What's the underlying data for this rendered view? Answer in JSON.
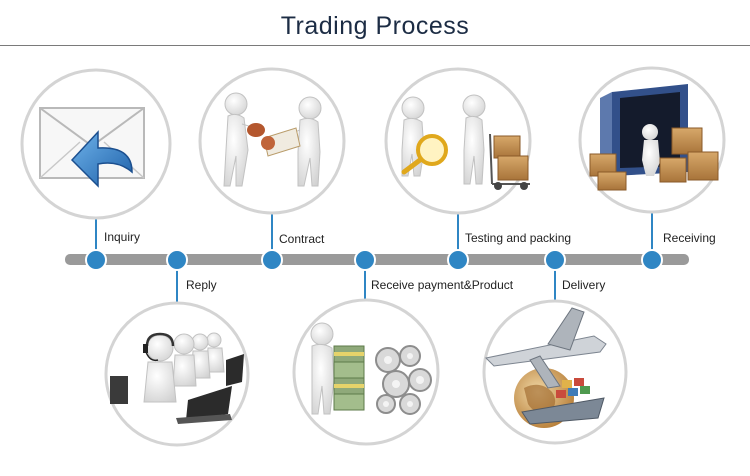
{
  "title": "Trading Process",
  "colors": {
    "title": "#1c2c44",
    "timeline": "#9a9a9a",
    "node": "#2f86c4",
    "node_stroke": "#ffffff",
    "connector": "#2f86c4",
    "circle_border": "#d4d4d4",
    "figure": "#f4f4f4"
  },
  "steps": [
    {
      "order": 1,
      "label": "Inquiry",
      "position": "above",
      "icon": "envelope-arrow-icon"
    },
    {
      "order": 2,
      "label": "Reply",
      "position": "below",
      "icon": "call-center-icon"
    },
    {
      "order": 3,
      "label": "Contract",
      "position": "above",
      "icon": "contract-stamp-icon"
    },
    {
      "order": 4,
      "label": "Receive payment&Product",
      "position": "below",
      "icon": "money-gears-icon"
    },
    {
      "order": 5,
      "label": "Testing and packing",
      "position": "above",
      "icon": "magnifier-boxes-icon"
    },
    {
      "order": 6,
      "label": "Delivery",
      "position": "below",
      "icon": "plane-ship-globe-icon"
    },
    {
      "order": 7,
      "label": "Receiving",
      "position": "above",
      "icon": "warehouse-boxes-icon"
    }
  ]
}
